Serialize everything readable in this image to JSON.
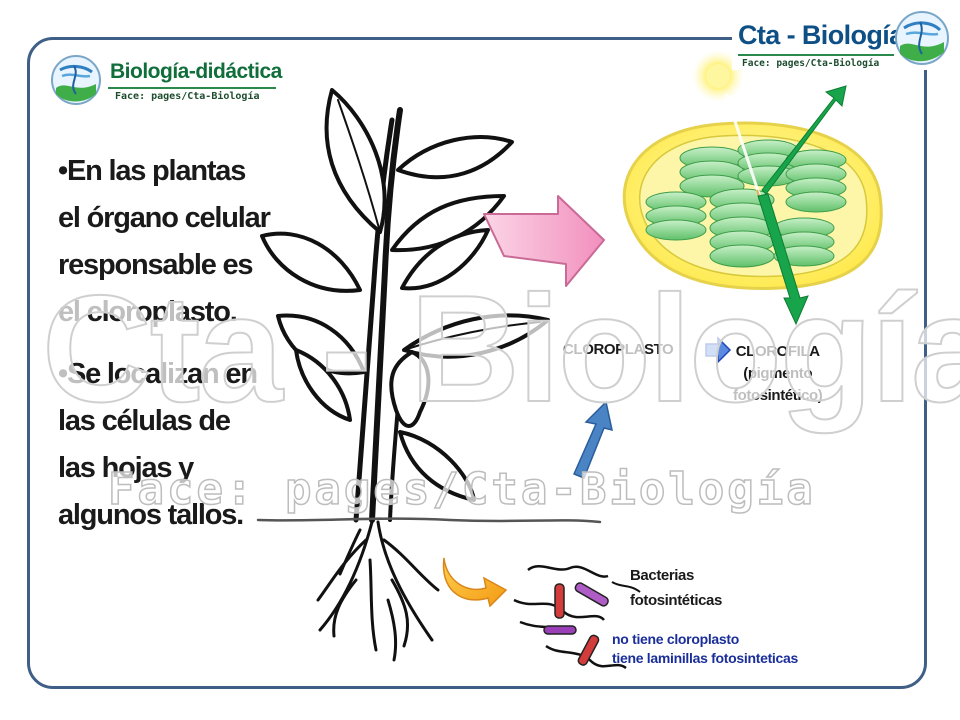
{
  "logos": {
    "left": {
      "title": "Biología-didáctica",
      "subtitle": "Face:   pages/Cta-Biología"
    },
    "right": {
      "title": "Cta - Biología",
      "subtitle": "Face:   pages/Cta-Biología"
    }
  },
  "text": {
    "paragraph1": [
      "•En las plantas",
      "el órgano celular",
      "responsable es",
      "el cloroplasto."
    ],
    "paragraph2": [
      "•Se localizan en",
      "las células de",
      "las hojas y",
      "algunos tallos."
    ]
  },
  "diagram": {
    "chloroplast_label": "CLOROPLASTO",
    "chlorophyll_label": "CLOROFILA",
    "chlorophyll_note": [
      "(pigmento",
      "fotosintético)"
    ],
    "bacteria_title": [
      "Bacterias",
      "fotosintéticas"
    ],
    "bacteria_notes": [
      "no tiene cloroplasto",
      "tiene laminillas fotosinteticas"
    ]
  },
  "watermark": {
    "main": "Cta - Biología",
    "sub": "Face:   pages/Cta-Biología"
  },
  "colors": {
    "frame": "#3f5f86",
    "logo_left_text": "#0f6e3a",
    "logo_right_text": "#0e4f86",
    "pink_arrow": "#f7b0cf",
    "green_arrow": "#17a44a",
    "blue_arrow": "#4a84c4",
    "orange_arrow": "#f3a91f",
    "bacteria_notes_text": "#1a2e9a"
  },
  "icons": [
    "globe-logo-icon",
    "pink-arrow-icon",
    "green-light-arrow-icon",
    "blue-arrow-icon",
    "orange-arrow-icon",
    "sun-icon",
    "small-blue-arrow-icon"
  ]
}
